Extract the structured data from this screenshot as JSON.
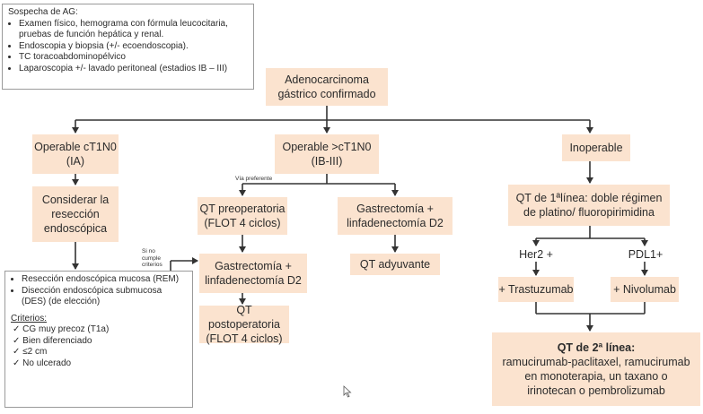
{
  "suspicion": {
    "title": "Sospecha de AG:",
    "items": [
      "Examen físico, hemograma con fórmula leucocitaria, pruebas de función hepática y renal.",
      "Endoscopia y biopsia (+/- ecoendoscopia).",
      "TC toracoabdominopélvico",
      "Laparoscopia +/- lavado peritoneal (estadios IB – III)"
    ]
  },
  "confirmed": "Adenocarcinoma gástrico confirmado",
  "operable_ia": "Operable cT1N0 (IA)",
  "consider_endo": "Considerar la resección endoscópica",
  "endo_box": {
    "items": [
      "Resección endoscópica mucosa (REM)",
      "Disección endoscópica submucosa (DES) (de elección)"
    ],
    "criteria_title": "Criterios:",
    "criteria": [
      "CG muy precoz (T1a)",
      "Bien diferenciado",
      "≤2 cm",
      "No ulcerado"
    ]
  },
  "operable_ib": "Operable >cT1N0 (IB-III)",
  "via_pref": "Vía preferente",
  "si_no_cumple": "Si no cumple criterios",
  "qt_preop": "QT preoperatoria (FLOT 4 ciclos)",
  "gastrectomia_a": "Gastrectomía + linfadenectomía D2",
  "qt_postop": "QT postoperatoria (FLOT 4 ciclos)",
  "gastrectomia_b": "Gastrectomía + linfadenectomía D2",
  "qt_adyuvante": "QT adyuvante",
  "inoperable": "Inoperable",
  "qt_1linea": "QT de 1ªlínea: doble régimen de platino/ fluoropirimidina",
  "her2": "Her2 +",
  "pdl1": "PDL1+",
  "trastuzumab": "+ Trastuzumab",
  "nivolumab": "+ Nivolumab",
  "qt_2linea_title": "QT de 2ª línea:",
  "qt_2linea_body": "ramucirumab-paclitaxel, ramucirumab en monoterapia, un taxano o irinotecan o pembrolizumab",
  "colors": {
    "box_fill": "#fbe3cf",
    "line": "#333333"
  }
}
